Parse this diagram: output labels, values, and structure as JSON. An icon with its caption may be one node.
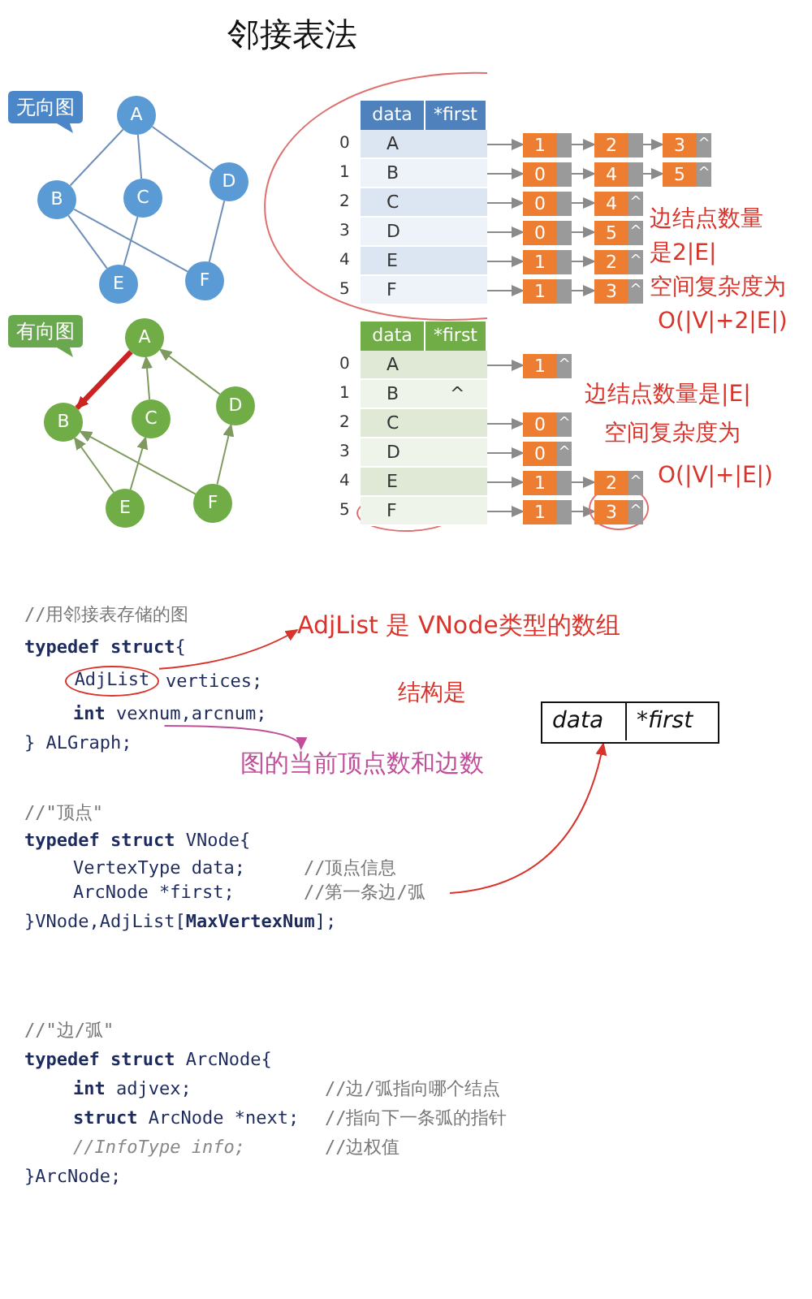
{
  "diagram": {
    "title": "邻接表法",
    "nodes": [
      {
        "text": [
          "无向图"
        ]
      },
      {
        "text": [
          "A"
        ]
      },
      {
        "text": [
          "B"
        ]
      },
      {
        "text": [
          "C"
        ]
      },
      {
        "text": [
          "D"
        ]
      },
      {
        "text": [
          "E"
        ]
      },
      {
        "text": [
          "F"
        ]
      },
      {
        "text": [
          "有向图"
        ]
      },
      {
        "text": [
          "A"
        ]
      },
      {
        "text": [
          "B"
        ]
      },
      {
        "text": [
          "C"
        ]
      },
      {
        "text": [
          "D"
        ]
      },
      {
        "text": [
          "E"
        ]
      },
      {
        "text": [
          "F"
        ]
      },
      {
        "text": [
          "A"
        ]
      },
      {
        "text": [
          "B"
        ]
      },
      {
        "text": [
          "C"
        ]
      },
      {
        "text": [
          "D"
        ]
      },
      {
        "text": [
          "E"
        ]
      },
      {
        "text": [
          "F"
        ]
      },
      {
        "text": [
          "1"
        ]
      },
      {
        "text": [
          "2"
        ]
      },
      {
        "text": [
          "3",
          "^"
        ]
      },
      {
        "text": [
          "0"
        ]
      },
      {
        "text": [
          "4"
        ]
      },
      {
        "text": [
          "5",
          "^"
        ]
      },
      {
        "text": [
          "0"
        ]
      },
      {
        "text": [
          "4",
          "^"
        ]
      },
      {
        "text": [
          "0"
        ]
      },
      {
        "text": [
          "5",
          "^"
        ]
      },
      {
        "text": [
          "1"
        ]
      },
      {
        "text": [
          "2",
          "^"
        ]
      },
      {
        "text": [
          "1"
        ]
      },
      {
        "text": [
          "3",
          "^"
        ]
      },
      {
        "text": [
          "A"
        ]
      },
      {
        "text": [
          "B",
          "^"
        ]
      },
      {
        "text": [
          "C"
        ]
      },
      {
        "text": [
          "D"
        ]
      },
      {
        "text": [
          "E"
        ]
      },
      {
        "text": [
          "F"
        ]
      },
      {
        "text": [
          "1",
          "^"
        ]
      },
      {
        "text": [
          "0",
          "^"
        ]
      },
      {
        "text": [
          "0",
          "^"
        ]
      },
      {
        "text": [
          "1"
        ]
      },
      {
        "text": [
          "2",
          "^"
        ]
      },
      {
        "text": [
          "1"
        ]
      },
      {
        "text": [
          "3",
          "^"
        ]
      },
      {
        "text": [
          "AdjList"
        ]
      },
      {
        "text": [
          "AdjList 是 VNode类型的数组"
        ]
      },
      {
        "text": [
          "**int** vexnum,arcnum;"
        ]
      },
      {
        "text": [
          "data",
          "*first"
        ]
      },
      {
        "text": [
          "图的当前顶点数和边数"
        ]
      },
      {
        "text": [
          "//第一条边/弧"
        ]
      }
    ],
    "edges": [
      {
        "from": 1,
        "to": 2,
        "arrow": "none",
        "color": "#6f8fb8"
      },
      {
        "from": 1,
        "to": 3,
        "arrow": "none",
        "color": "#6f8fb8"
      },
      {
        "from": 1,
        "to": 4,
        "arrow": "none",
        "color": "#6f8fb8"
      },
      {
        "from": 2,
        "to": 5,
        "arrow": "none",
        "color": "#6f8fb8"
      },
      {
        "from": 2,
        "to": 6,
        "arrow": "none",
        "color": "#6f8fb8"
      },
      {
        "from": 3,
        "to": 5,
        "arrow": "none",
        "color": "#6f8fb8"
      },
      {
        "from": 4,
        "to": 6,
        "arrow": "none",
        "color": "#6f8fb8"
      },
      {
        "from": 8,
        "to": 9,
        "arrow": "to",
        "style": "thick",
        "color": "#cc2222"
      },
      {
        "from": 10,
        "to": 8,
        "arrow": "to",
        "color": "#7f9a5e"
      },
      {
        "from": 11,
        "to": 8,
        "arrow": "to",
        "color": "#7f9a5e"
      },
      {
        "from": 12,
        "to": 9,
        "arrow": "to",
        "color": "#7f9a5e"
      },
      {
        "from": 12,
        "to": 10,
        "arrow": "to",
        "color": "#7f9a5e"
      },
      {
        "from": 13,
        "to": 9,
        "arrow": "to",
        "color": "#7f9a5e"
      },
      {
        "from": 13,
        "to": 11,
        "arrow": "to",
        "color": "#7f9a5e"
      },
      {
        "from": 14,
        "to": 20,
        "arrow": "to"
      },
      {
        "from": 20,
        "to": 21,
        "arrow": "to"
      },
      {
        "from": 21,
        "to": 22,
        "arrow": "to"
      },
      {
        "from": 15,
        "to": 23,
        "arrow": "to"
      },
      {
        "from": 23,
        "to": 24,
        "arrow": "to"
      },
      {
        "from": 24,
        "to": 25,
        "arrow": "to"
      },
      {
        "from": 16,
        "to": 26,
        "arrow": "to"
      },
      {
        "from": 26,
        "to": 27,
        "arrow": "to"
      },
      {
        "from": 17,
        "to": 28,
        "arrow": "to"
      },
      {
        "from": 28,
        "to": 29,
        "arrow": "to"
      },
      {
        "from": 18,
        "to": 30,
        "arrow": "to"
      },
      {
        "from": 30,
        "to": 31,
        "arrow": "to"
      },
      {
        "from": 19,
        "to": 32,
        "arrow": "to"
      },
      {
        "from": 32,
        "to": 33,
        "arrow": "to"
      },
      {
        "from": 34,
        "to": 40,
        "arrow": "to"
      },
      {
        "from": 36,
        "to": 41,
        "arrow": "to"
      },
      {
        "from": 37,
        "to": 42,
        "arrow": "to"
      },
      {
        "from": 38,
        "to": 43,
        "arrow": "to"
      },
      {
        "from": 43,
        "to": 44,
        "arrow": "to"
      },
      {
        "from": 39,
        "to": 45,
        "arrow": "to"
      },
      {
        "from": 45,
        "to": 46,
        "arrow": "to"
      },
      {
        "from": 47,
        "to": 48,
        "arrow": "to",
        "color": "#d9342b"
      },
      {
        "from": 49,
        "to": 51,
        "arrow": "to",
        "color": "#c04f9a"
      },
      {
        "from": 52,
        "to": 50,
        "arrow": "to",
        "color": "#d9342b"
      }
    ],
    "labels": [
      "data",
      "*first",
      "0",
      "1",
      "2",
      "3",
      "4",
      "5",
      "边结点数量",
      "是2|E|",
      "空间复杂度为",
      "O(|V|+2|E|)",
      "data",
      "*first",
      "0",
      "1",
      "2",
      "3",
      "4",
      "5",
      "边结点数量是|E|",
      "空间复杂度为",
      "O(|V|+|E|)",
      "//用邻接表存储的图",
      "**typedef struct**{",
      "vertices;",
      "} ALGraph;",
      "结构是",
      "//\"顶点\"",
      "**typedef struct** VNode{",
      "VertexType data;",
      "//顶点信息",
      "ArcNode *first;",
      "}VNode,AdjList[**MaxVertexNum**];",
      "//\"边/弧\"",
      "**typedef struct** ArcNode{",
      "**int** adjvex;",
      "//边/弧指向哪个结点",
      "**struct** ArcNode *next;",
      "//指向下一条弧的指针",
      "//InfoType info;",
      "//边权值",
      "}ArcNode;"
    ]
  }
}
